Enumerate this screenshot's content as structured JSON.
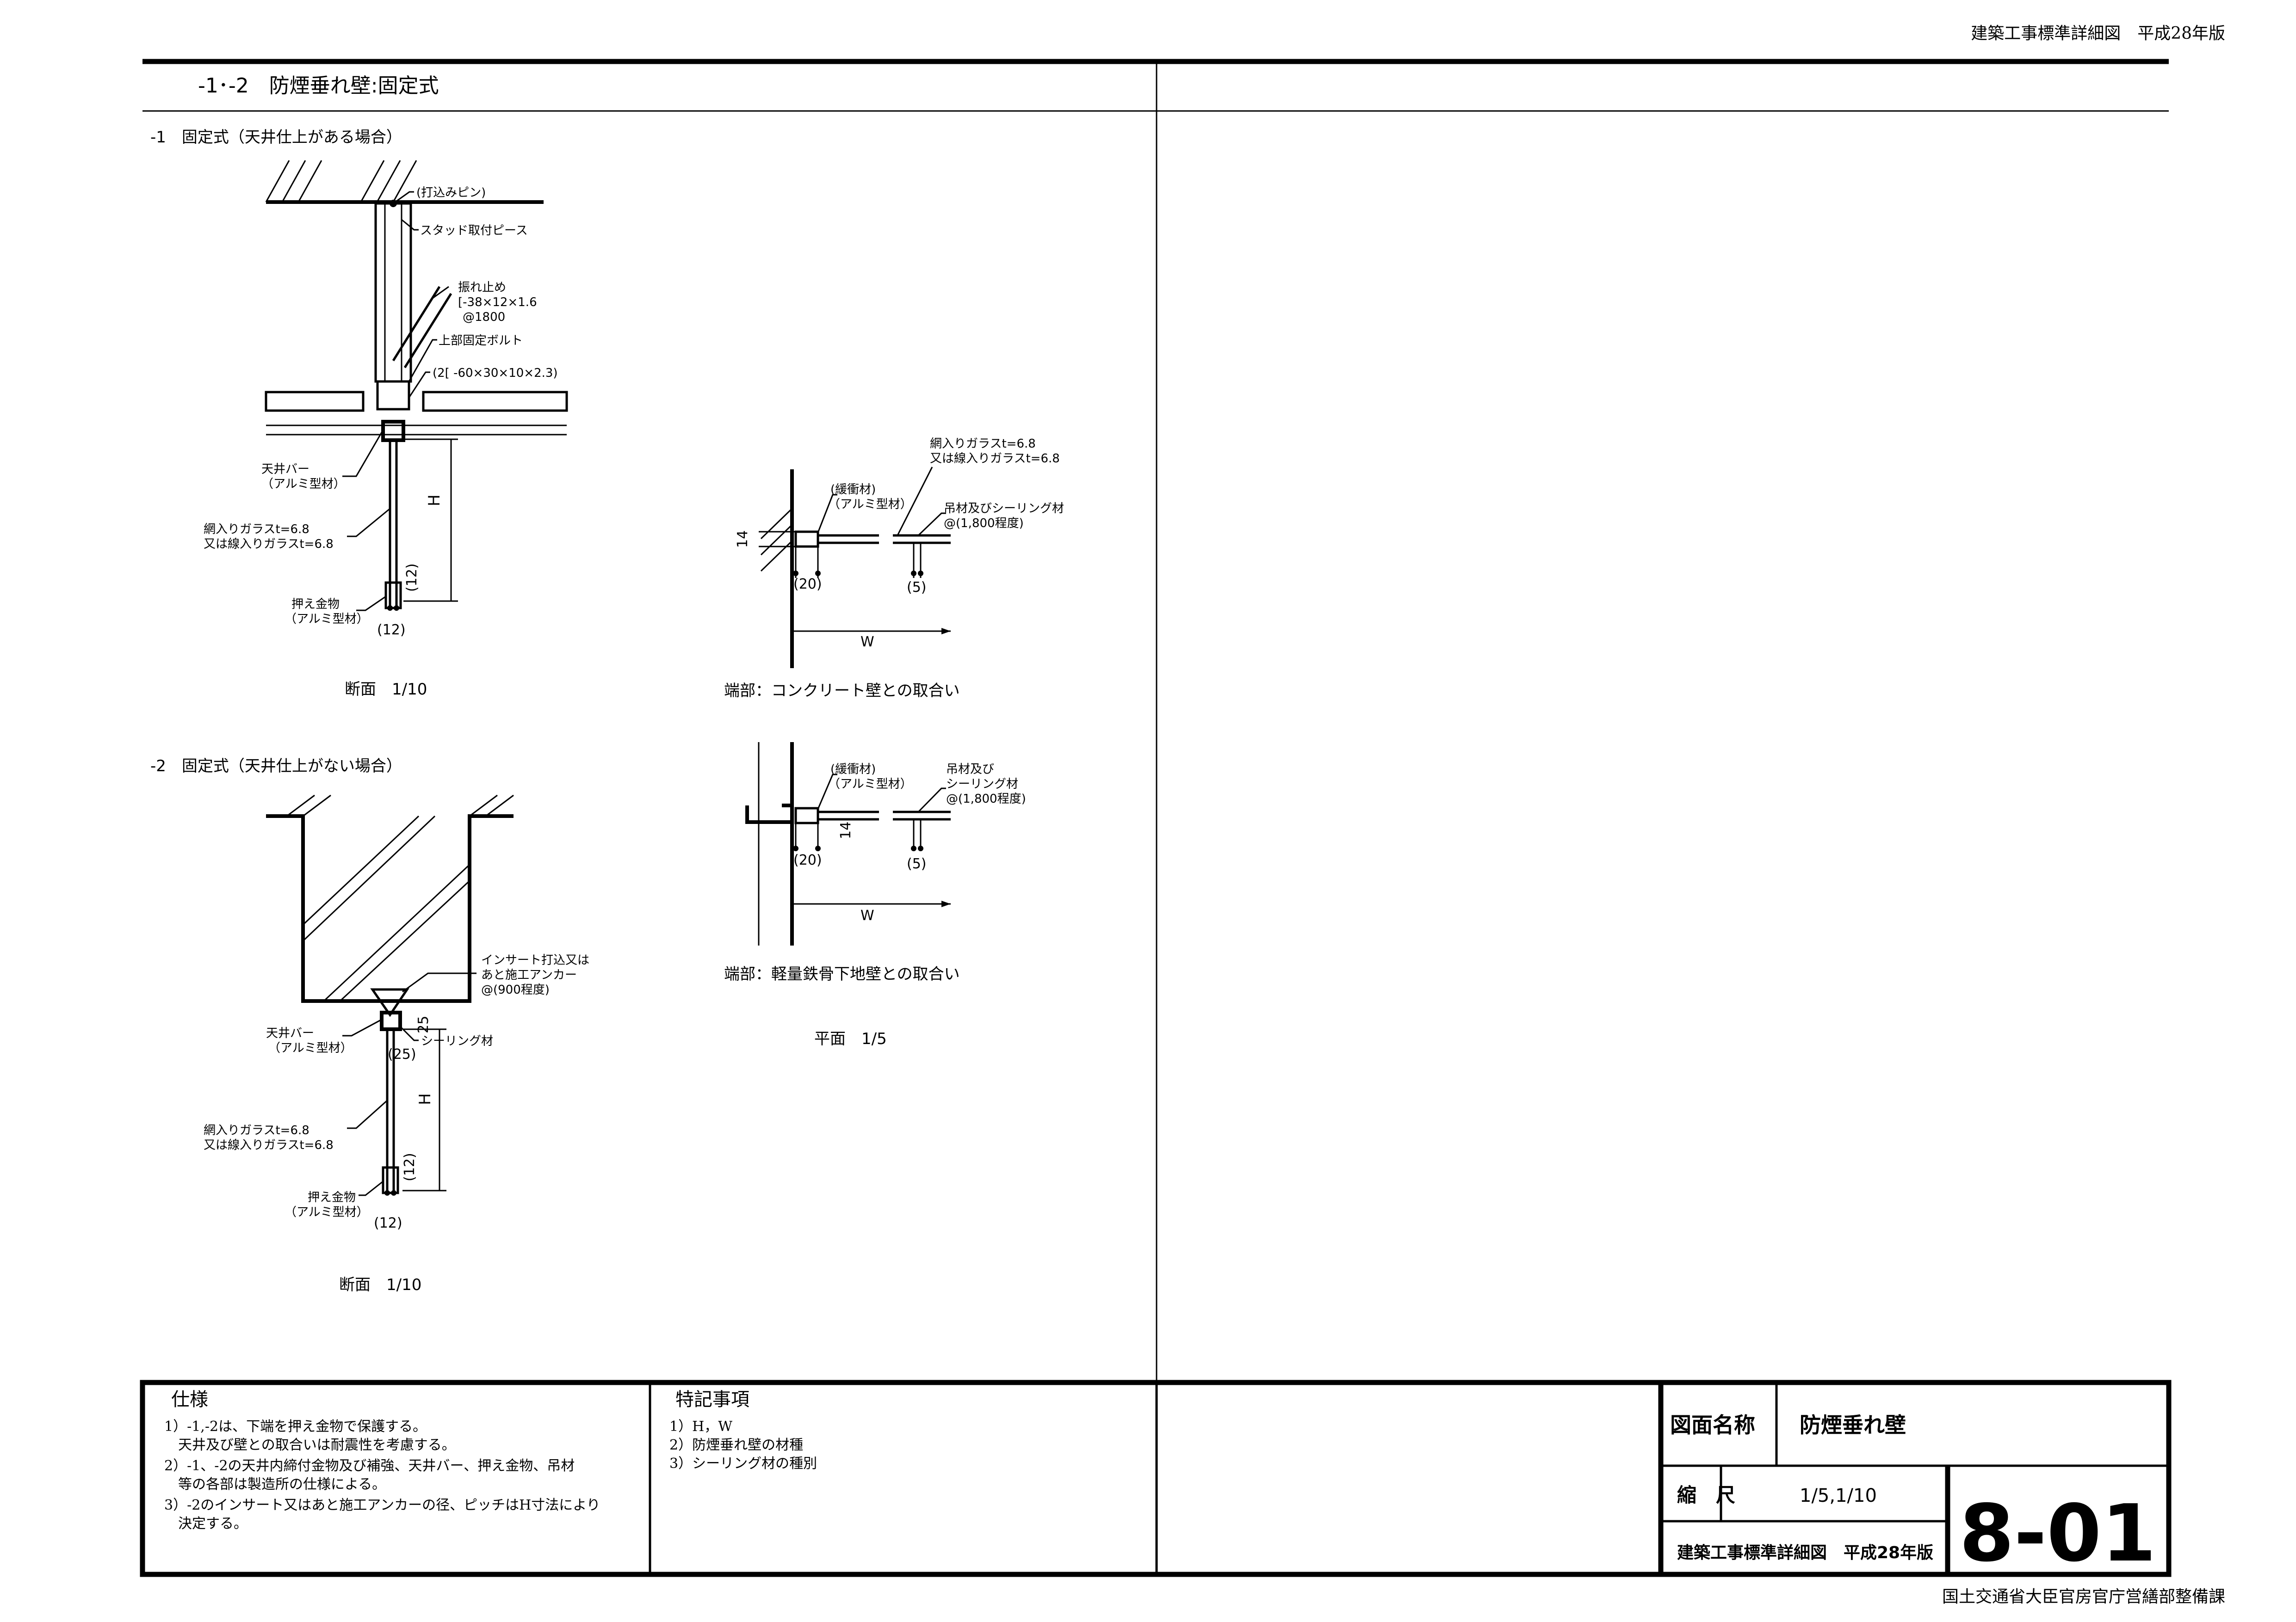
{
  "header": {
    "top_right": "建築工事標準詳細図　平成28年版",
    "section_title": "-1･-2　防煙垂れ壁:固定式"
  },
  "fig1": {
    "title": "-1　固定式（天井仕上がある場合）",
    "labels": {
      "pin": "(打込みピン)",
      "stud": "スタッド取付ピース",
      "brace1": "振れ止め",
      "brace2": "[-38×12×1.6",
      "brace3": "@1800",
      "bolt": "上部固定ボルト",
      "angle": "(2[ -60×30×10×2.3)",
      "bar1": "天井バー",
      "bar2": "（アルミ型材）",
      "glass1": "網入りガラスt=6.8",
      "glass2": "又は線入りガラスt=6.8",
      "dim12": "(12)",
      "h": "H",
      "press1": "押え金物",
      "press2": "（アルミ型材）",
      "bottom12": "(12)"
    },
    "caption": "断面　1/10"
  },
  "fig2": {
    "title": "-2　固定式（天井仕上がない場合）",
    "labels": {
      "insert1": "インサート打込又は",
      "insert2": "あと施工アンカー",
      "insert3": "@(900程度)",
      "bar1": "天井バー",
      "bar2": "（アルミ型材）",
      "dim25a": "25",
      "dim25b": "(25)",
      "sealing": "シーリング材",
      "h": "H",
      "glass1": "網入りガラスt=6.8",
      "glass2": "又は線入りガラスt=6.8",
      "dim12": "(12)",
      "press1": "押え金物",
      "press2": "（アルミ型材）",
      "bottom12": "(12)"
    },
    "caption": "断面　1/10"
  },
  "fig3": {
    "labels": {
      "glass1": "網入りガラスt=6.8",
      "glass2": "又は線入りガラスt=6.8",
      "cushion1": "(緩衝材)",
      "cushion2": "（アルミ型材）",
      "hang": "吊材及びシーリング材",
      "pitch": "@(1,800程度)",
      "d14": "14",
      "d20": "(20)",
      "d5": "(5)",
      "w": "W"
    },
    "caption": "端部：コンクリート壁との取合い"
  },
  "fig4": {
    "labels": {
      "cushion1": "(緩衝材)",
      "cushion2": "（アルミ型材）",
      "hang1": "吊材及び",
      "hang2": "シーリング材",
      "pitch": "@(1,800程度)",
      "d14": "14",
      "d20": "(20)",
      "d5": "(5)",
      "w": "W"
    },
    "caption": "端部：軽量鉄骨下地壁との取合い",
    "scale_caption": "平面　1/5"
  },
  "footer": {
    "spec": {
      "title": "仕様",
      "lines": [
        "1）-1,-2は、下端を押え金物で保護する。",
        "　天井及び壁との取合いは耐震性を考慮する。",
        "2）-1、-2の天井内締付金物及び補強、天井バー、押え金物、吊材",
        "　等の各部は製造所の仕様による。",
        "3）-2のインサート又はあと施工アンカーの径、ピッチはH寸法により",
        "　決定する。"
      ]
    },
    "notes": {
      "title": "特記事項",
      "lines": [
        "1）H，W",
        "2）防煙垂れ壁の材種",
        "3）シーリング材の種別"
      ]
    },
    "drawing_name_label": "図面名称",
    "drawing_name": "防煙垂れ壁",
    "scale_label": "縮　尺",
    "scale": "1/5,1/10",
    "standard": "建築工事標準詳細図　平成28年版",
    "sheet_no": "8-01",
    "ministry": "国土交通省大臣官房官庁営繕部整備課"
  }
}
